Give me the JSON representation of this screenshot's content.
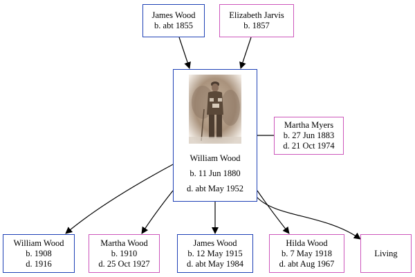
{
  "parents": {
    "father": {
      "name": "James Wood",
      "birth": "b. abt 1855"
    },
    "mother": {
      "name": "Elizabeth Jarvis",
      "birth": "b. 1857"
    }
  },
  "subject": {
    "name": "William Wood",
    "birth": "b. 11 Jun 1880",
    "death": "d. abt May 1952",
    "photo": "sepia-portrait-soldier"
  },
  "spouse": {
    "name": "Martha Myers",
    "birth": "b. 27 Jun 1883",
    "death": "d. 21 Oct 1974"
  },
  "children": [
    {
      "name": "William Wood",
      "birth": "b. 1908",
      "death": "d. 1916"
    },
    {
      "name": "Martha Wood",
      "birth": "b. 1910",
      "death": "d. 25 Oct 1927"
    },
    {
      "name": "James Wood",
      "birth": "b. 12 May 1915",
      "death": "d. abt May 1984"
    },
    {
      "name": "Hilda Wood",
      "birth": "b. 7 May 1918",
      "death": "d. abt Aug 1967"
    },
    {
      "name": "Living"
    }
  ],
  "colors": {
    "male_border": "#1c3fb5",
    "female_border": "#cc55bb",
    "edge": "#000000"
  }
}
